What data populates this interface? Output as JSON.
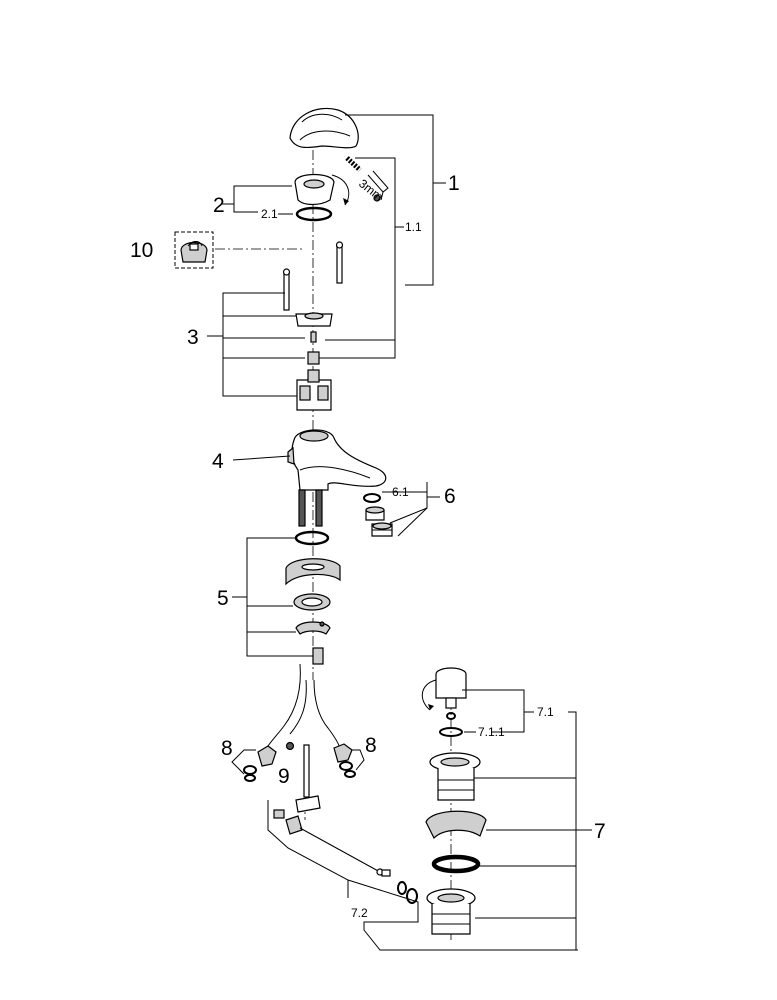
{
  "labels": {
    "l1": "1",
    "l1_1": "1.1",
    "l2": "2",
    "l2_1": "2.1",
    "l3": "3",
    "l4": "4",
    "l5": "5",
    "l6": "6",
    "l6_1": "6.1",
    "l7": "7",
    "l7_1": "7.1",
    "l7_1_1": "7.1.1",
    "l7_2": "7.2",
    "l8a": "8",
    "l8b": "8",
    "l9": "9",
    "l10": "10",
    "tool_size": "3mm"
  }
}
